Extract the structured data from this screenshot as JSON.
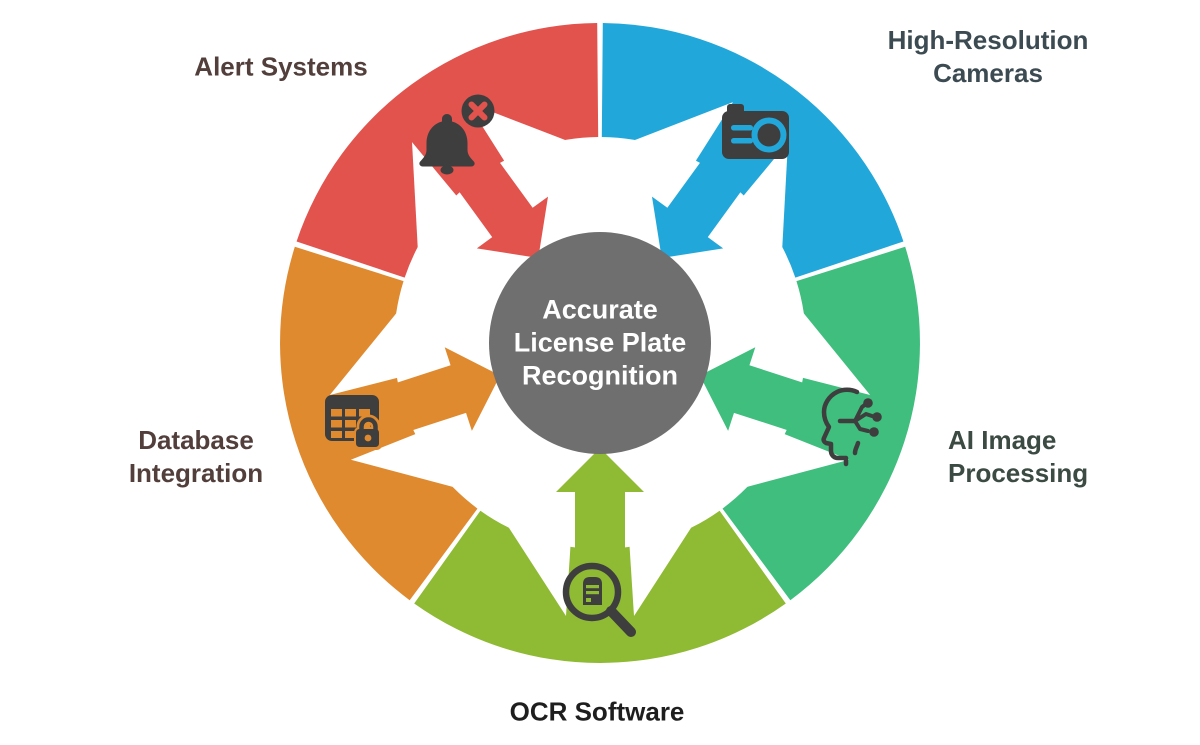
{
  "diagram": {
    "type": "circular-cycle-infographic",
    "center": {
      "label": "Accurate\nLicense Plate\nRecognition",
      "color": "#6F6F6F",
      "text_color": "#FFFFFF"
    },
    "icon_glyph_color": "#3E3E3E",
    "background": "#FFFFFF",
    "segments": [
      {
        "label": "High-Resolution Cameras",
        "color": "#22A7DA",
        "label_color": "#3C4B52",
        "icon": "camera-icon",
        "position": "top-right"
      },
      {
        "label": "AI Image\nProcessing",
        "color": "#3FBE7E",
        "label_color": "#3B4A43",
        "icon": "ai-head-circuit-icon",
        "position": "right"
      },
      {
        "label": "OCR Software",
        "color": "#8FBA33",
        "label_color": "#1E1E1E",
        "icon": "magnifier-license-plate-icon",
        "position": "bottom"
      },
      {
        "label": "Database\nIntegration",
        "color": "#DF8A2F",
        "label_color": "#523F3C",
        "icon": "table-lock-icon",
        "position": "left"
      },
      {
        "label": "Alert Systems",
        "color": "#E2534D",
        "label_color": "#523F3C",
        "icon": "bell-alert-icon",
        "position": "top-left"
      }
    ]
  }
}
